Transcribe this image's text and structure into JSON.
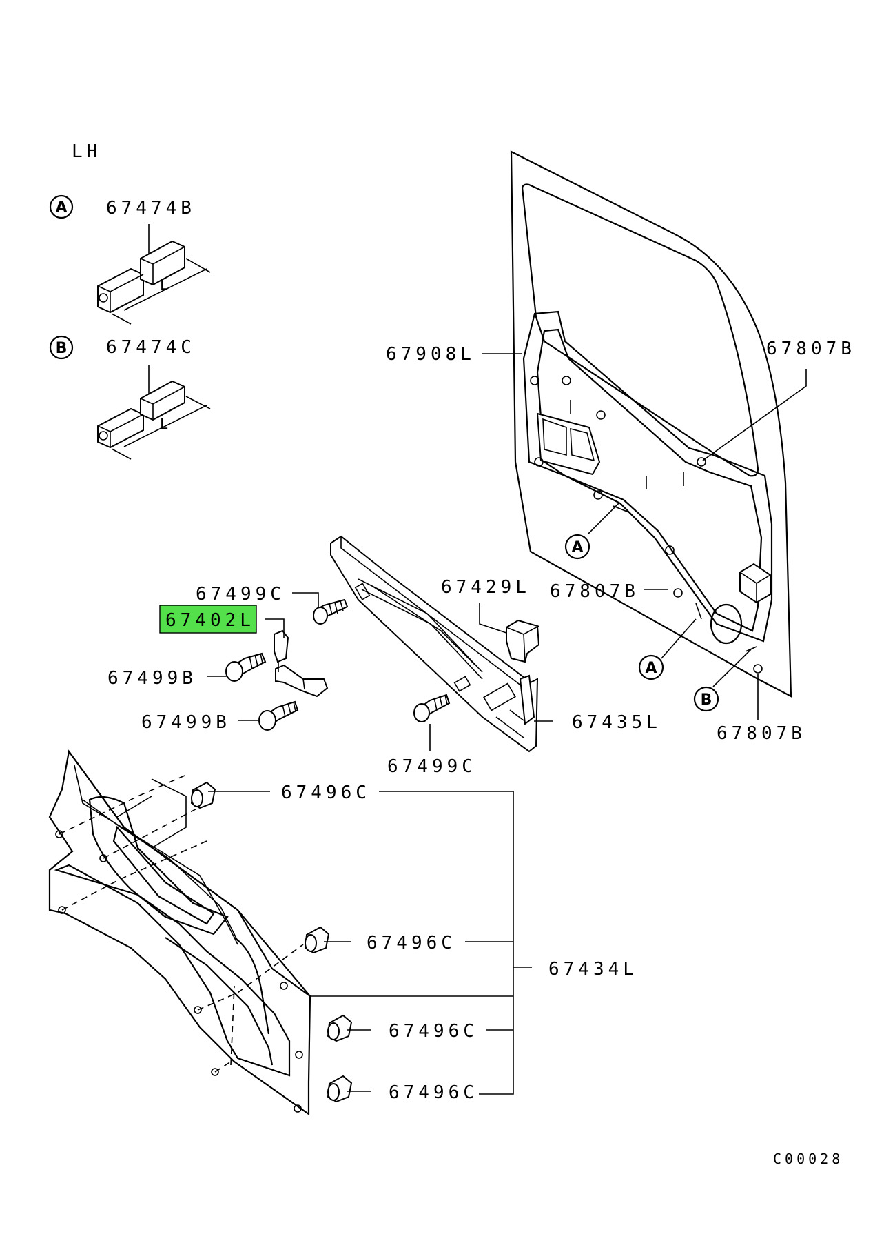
{
  "diagram": {
    "side": "LH",
    "figure_code": "C00028",
    "highlight_color": "#53e04a",
    "highlighted_part": "67402L",
    "callouts": {
      "a": "A",
      "b": "B"
    },
    "detail_a": {
      "letter": "A",
      "part": "67474B",
      "dimension": "L"
    },
    "detail_b": {
      "letter": "B",
      "part": "67474C",
      "dimension": "L"
    },
    "labels": {
      "p67908L": "67908L",
      "p67807B_top": "67807B",
      "p67807B_mid": "67807B",
      "p67807B_bot": "67807B",
      "p67499C_top": "67499C",
      "p67402L": "67402L",
      "p67429L": "67429L",
      "p67499B_1": "67499B",
      "p67499B_2": "67499B",
      "p67435L": "67435L",
      "p67499C_bot": "67499C",
      "p67496C_1": "67496C",
      "p67496C_2": "67496C",
      "p67496C_3": "67496C",
      "p67496C_4": "67496C",
      "p67434L": "67434L"
    }
  }
}
